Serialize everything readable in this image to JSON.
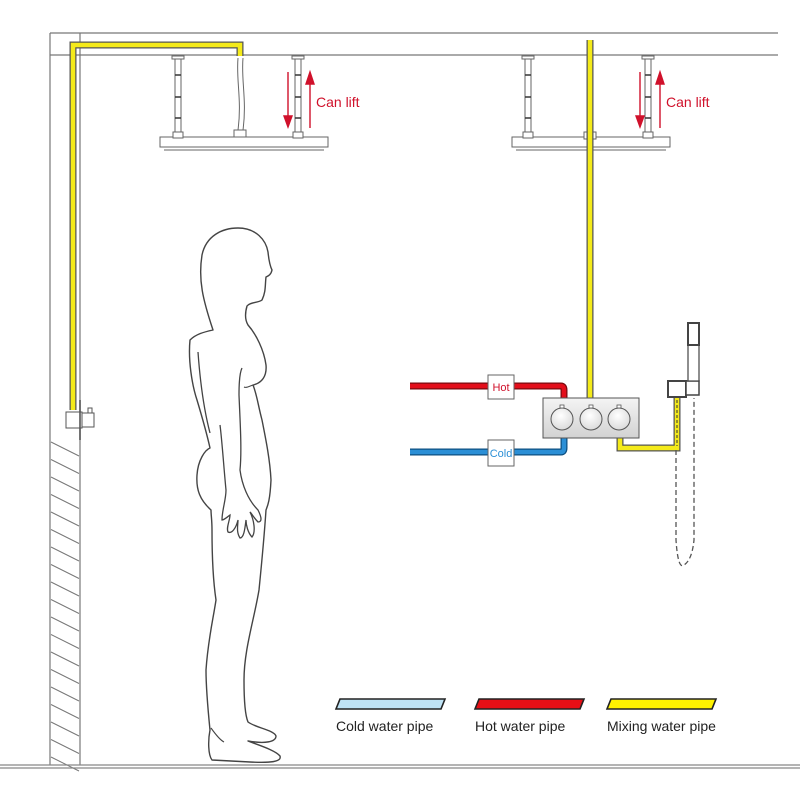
{
  "title": "Ceiling rain shower installation diagram",
  "annotations": {
    "left_lift": "Can lift",
    "right_lift": "Can lift"
  },
  "valve_labels": {
    "hot": "Hot",
    "cold": "Cold"
  },
  "legend": [
    {
      "label": "Cold water pipe",
      "color": "#bfe3f5"
    },
    {
      "label": "Hot water pipe",
      "color": "#e60f16"
    },
    {
      "label": "Mixing water pipe",
      "color": "#fff200"
    }
  ],
  "colors": {
    "hot_pipe": "#e30e1b",
    "cold_pipe": "#2b8fd6",
    "mix_pipe": "#f4ea1a",
    "arrow": "#d0112b",
    "line": "#555555"
  },
  "thermostatic_valve": {
    "knob_count": 3
  }
}
